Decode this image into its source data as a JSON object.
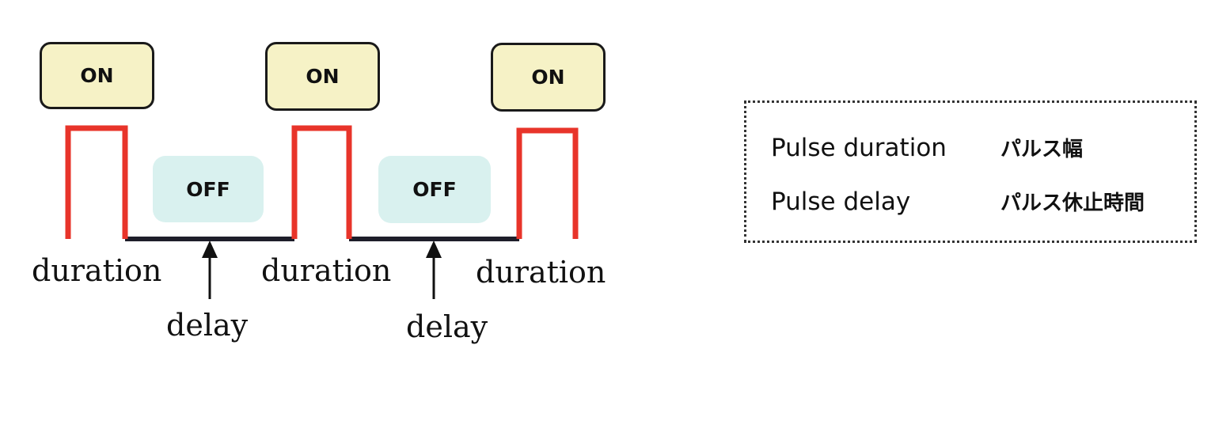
{
  "colors": {
    "pulse": "#e8342a",
    "baseline": "#1e1e2a",
    "on_fill": "#f6f2c6",
    "off_fill": "#d9f1ef"
  },
  "diagram": {
    "on_label": "ON",
    "off_label": "OFF",
    "duration_label": "duration",
    "delay_label": "delay"
  },
  "legend": {
    "rows": [
      {
        "term": "Pulse duration",
        "japanese": "パルス幅"
      },
      {
        "term": "Pulse delay",
        "japanese": "パルス休止時間"
      }
    ]
  }
}
